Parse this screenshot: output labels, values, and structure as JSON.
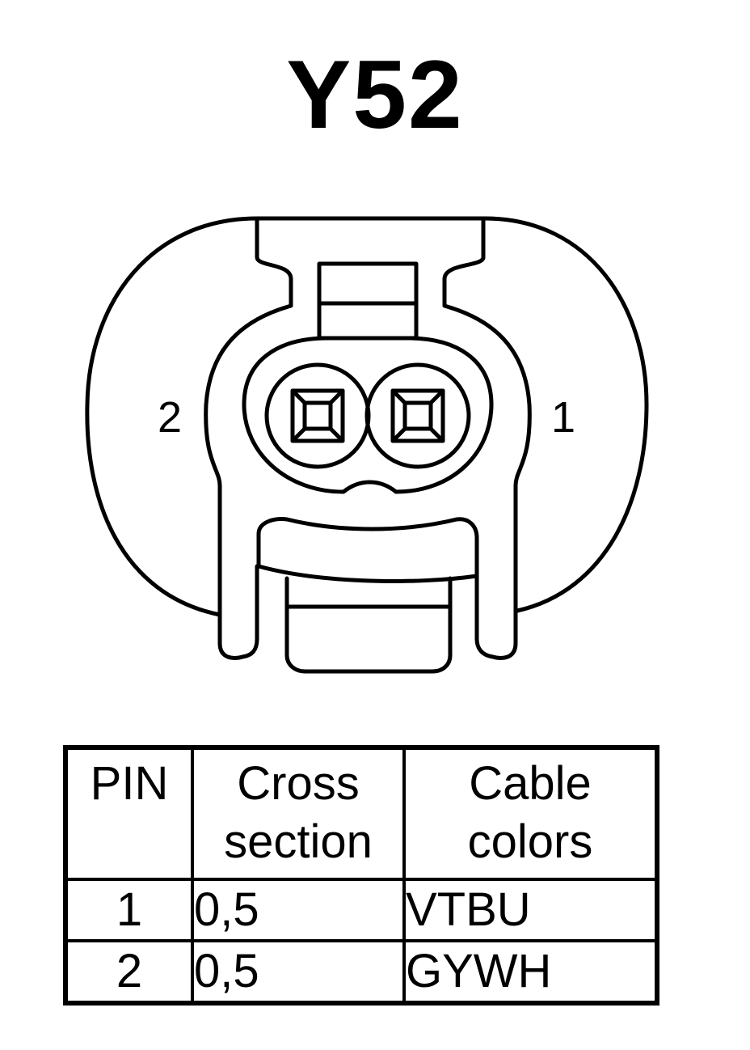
{
  "title": "Y52",
  "connector": {
    "pin_left_label": "2",
    "pin_right_label": "1"
  },
  "table": {
    "headers": {
      "pin": "PIN",
      "cross_section_line1": "Cross",
      "cross_section_line2": "section",
      "cable_colors_line1": "Cable",
      "cable_colors_line2": "colors"
    },
    "rows": [
      {
        "pin": "1",
        "cross_section": "0,5",
        "cable_color": "VTBU"
      },
      {
        "pin": "2",
        "cross_section": "0,5",
        "cable_color": "GYWH"
      }
    ]
  }
}
